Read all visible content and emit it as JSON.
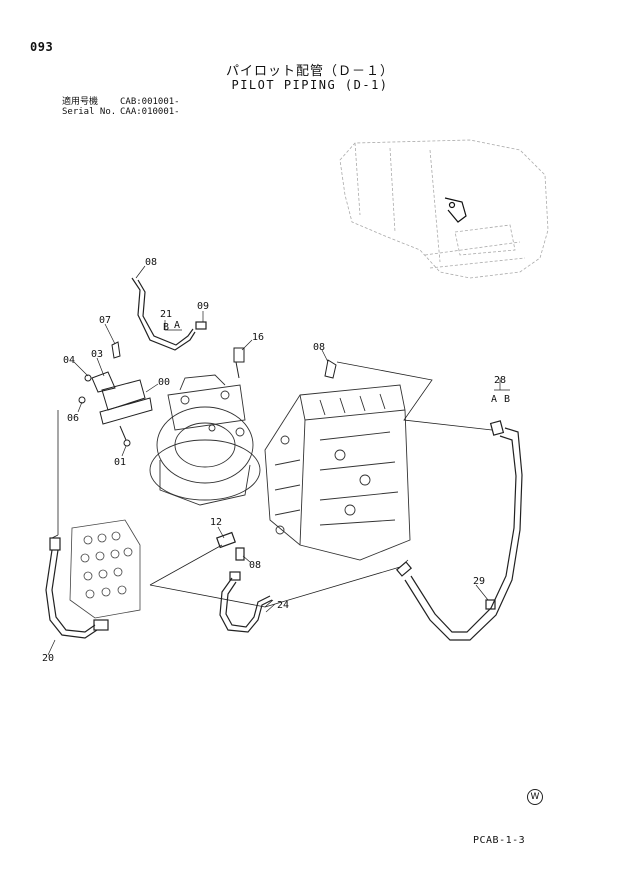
{
  "page_number": "093",
  "title_jp": "パイロット配管（Ｄ－１）",
  "title_en": "PILOT PIPING (D-1)",
  "serial": {
    "applicable_label_jp": "適用号機",
    "applicable_value": "CAB:001001-",
    "serial_label": "Serial No.",
    "serial_value": "CAA:010001-"
  },
  "callouts": {
    "c08a": "08",
    "c07": "07",
    "c21": "21",
    "c09": "09",
    "c16": "16",
    "c04": "04",
    "c03": "03",
    "c00": "00",
    "c06": "06",
    "c01": "01",
    "c08b": "08",
    "c28": "28",
    "c12": "12",
    "c08c": "08",
    "c24": "24",
    "c29": "29",
    "c20": "20",
    "mark_b1": "B",
    "mark_a1": "A",
    "mark_a2": "A",
    "mark_b2": "B"
  },
  "w_mark": "W",
  "footer_code": "PCAB-1-3"
}
